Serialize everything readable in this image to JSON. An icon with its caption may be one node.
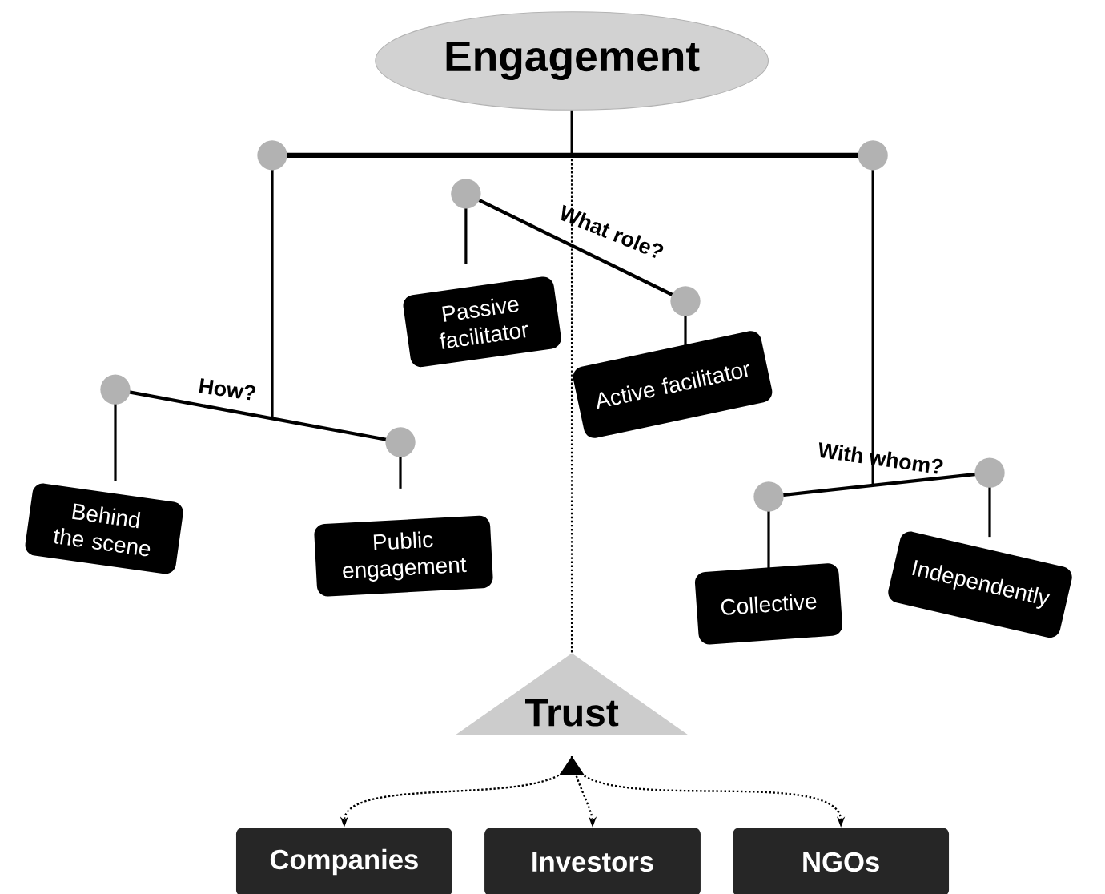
{
  "diagram": {
    "nodes": [
      {
        "text": [
          "Engagement"
        ]
      },
      {
        "text": [
          "Passive facilitator"
        ]
      },
      {
        "text": [
          "Active facilitator"
        ]
      },
      {
        "text": [
          "Behind the scene"
        ]
      },
      {
        "text": [
          "Public engagement"
        ]
      },
      {
        "text": [
          "Collective"
        ]
      },
      {
        "text": [
          "Independently"
        ]
      },
      {
        "text": [
          "Trust"
        ]
      },
      {
        "text": [
          "Companies"
        ]
      },
      {
        "text": [
          "Investors"
        ]
      },
      {
        "text": [
          "NGOs"
        ]
      }
    ],
    "edges": [
      {
        "from": 0,
        "to": 7,
        "arrow": "none",
        "style": "dashed"
      },
      {
        "from": 7,
        "to": 8,
        "arrow": "to",
        "style": "dashed"
      },
      {
        "from": 7,
        "to": 9,
        "arrow": "to",
        "style": "dashed"
      },
      {
        "from": 7,
        "to": 10,
        "arrow": "to",
        "style": "dashed"
      }
    ],
    "labels": [
      "What role?",
      "How?",
      "With whom?"
    ]
  }
}
